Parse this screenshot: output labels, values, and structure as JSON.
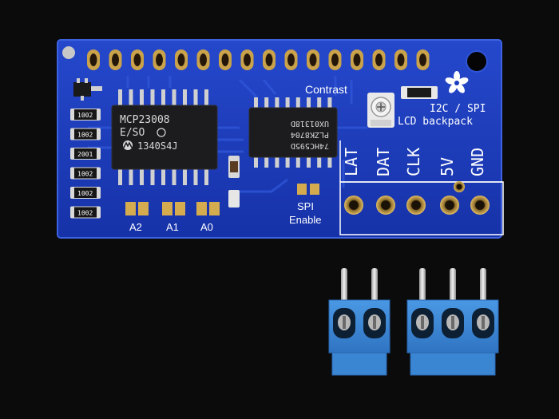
{
  "board": {
    "contrast_label": "Contrast",
    "backpack_line1": "I2C / SPI",
    "backpack_line2": "LCD backpack",
    "pins": [
      "LAT",
      "DAT",
      "CLK",
      "5V",
      "GND"
    ],
    "spi_line1": "SPI",
    "spi_line2": "Enable",
    "jumpers": [
      "A2",
      "A1",
      "A0"
    ]
  },
  "chips": {
    "mcp": {
      "line1": "MCP23008",
      "line2": "E/SO",
      "line3": "1340S4J"
    },
    "shift": {
      "line1": "74HC595D",
      "line2": "PLZK8704",
      "line3": "UX01318D"
    }
  },
  "resistors": [
    "1002",
    "1002",
    "2001",
    "1002",
    "1002",
    "1002"
  ],
  "colors": {
    "pcb": "#1a3dbf",
    "pcb_edge": "#2347c9",
    "gold": "#c9a24a",
    "terminal": "#3b88d6",
    "background": "#0b0b0b"
  }
}
